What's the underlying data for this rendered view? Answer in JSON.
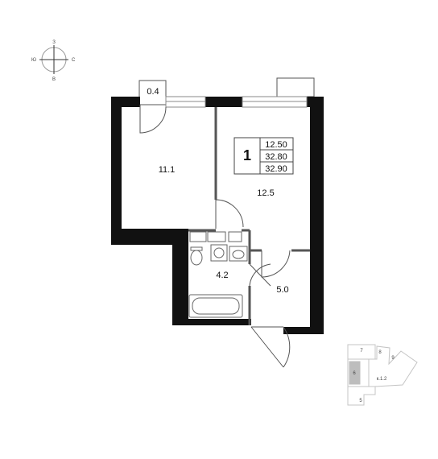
{
  "compass": {
    "north": "З",
    "south": "В",
    "west": "Ю",
    "east": "С"
  },
  "rooms": {
    "balcony": "0.4",
    "room_left": "11.1",
    "room_right": "12.5",
    "bathroom": "4.2",
    "hall": "5.0"
  },
  "summary": {
    "rooms_count": "1",
    "living_area": "12.50",
    "total_area": "32.80",
    "area_with_balcony": "32.90"
  },
  "keyplan": {
    "sections": [
      "7",
      "8",
      "9",
      "6",
      "к.1.2",
      "5"
    ]
  },
  "colors": {
    "wall": "#111111",
    "partition": "#555555",
    "window": "#888888",
    "highlight": "#bdbdbd"
  }
}
